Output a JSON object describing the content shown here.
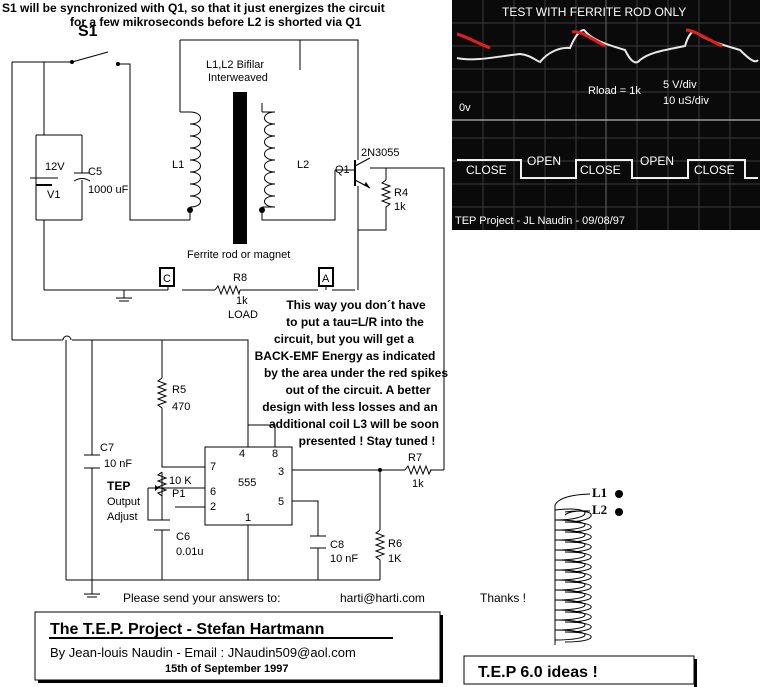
{
  "header": {
    "line1": "S1 will be synchronized with Q1, so that it just energizes the circuit",
    "line2": "for a few mikroseconds  before L2 is shorted via Q1"
  },
  "schematic": {
    "switch_label": "S1",
    "coil_title_1": "L1,L2 Bifilar",
    "coil_title_2": "Interweaved",
    "l1": "L1",
    "l2": "L2",
    "core_label": "Ferrite rod or magnet",
    "battery_v": "12V",
    "battery_name": "V1",
    "c5_name": "C5",
    "c5_value": "1000 uF",
    "q1_part": "2N3055",
    "q1_name": "Q1",
    "r4_name": "R4",
    "r4_value": "1k",
    "node_c": "C",
    "node_a": "A",
    "r8_name": "R8",
    "r8_value": "1k",
    "r8_load": "LOAD",
    "r5_name": "R5",
    "r5_value": "470",
    "c7_name": "C7",
    "c7_value": "10 nF",
    "p1_value": "10 K",
    "p1_name": "P1",
    "tep_label": "TEP",
    "output_label": "Output",
    "adjust_label": "Adjust",
    "c6_name": "C6",
    "c6_value": "0.01u",
    "ic_name": "555",
    "pin4": "4",
    "pin8": "8",
    "pin7": "7",
    "pin6": "6",
    "pin2": "2",
    "pin1": "1",
    "pin3": "3",
    "pin5": "5",
    "r7_name": "R7",
    "r7_value": "1k",
    "c8_name": "C8",
    "c8_value": "10 nF",
    "r6_name": "R6",
    "r6_value": "1K"
  },
  "note": {
    "lines": [
      "This way you don´t have",
      "to put a tau=L/R into the",
      "circuit, but you will get a",
      "BACK-EMF Energy as indicated",
      "by the area under the red spikes",
      "out of the circuit. A better",
      "design with less losses and an",
      "additional coil L3 will be soon",
      "presented ! Stay tuned !"
    ]
  },
  "scope": {
    "title": "TEST WITH FERRITE ROD ONLY",
    "rload": "Rload = 1k",
    "vdiv": "5 V/div",
    "tdiv": "10 uS/div",
    "zero": "0v",
    "close": "CLOSE",
    "open": "OPEN",
    "footer": "TEP Project - JL Naudin - 09/08/97",
    "spike_color": "#e02020"
  },
  "footer": {
    "send_prefix": "Please send your answers to:",
    "email": "harti@harti.com",
    "thanks": "Thanks !",
    "title": "The T.E.P.  Project - Stefan Hartmann",
    "byline": "By Jean-louis Naudin - Email :  JNaudin509@aol.com",
    "date": "15th of September 1997",
    "ideas": "T.E.P 6.0 ideas !",
    "coil_l1": "L1",
    "coil_l2": "L2"
  }
}
